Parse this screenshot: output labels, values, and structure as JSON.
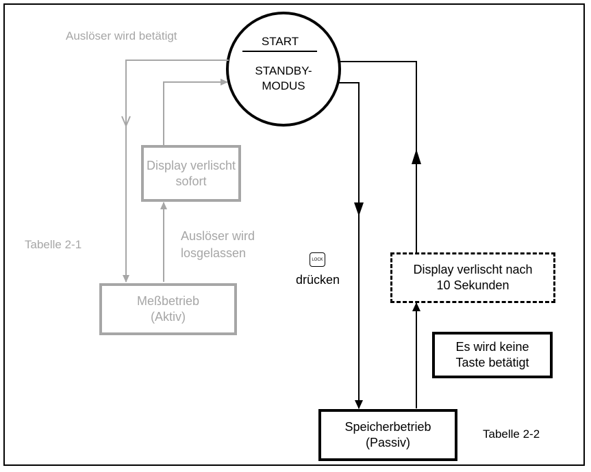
{
  "start": {
    "top": "START",
    "bottom_line1": "STANDBY-",
    "bottom_line2": "MODUS"
  },
  "gray_flow": {
    "trigger_pressed": "Auslöser wird betätigt",
    "display_off_line1": "Display verlischt",
    "display_off_line2": "sofort",
    "trigger_released_line1": "Auslöser wird",
    "trigger_released_line2": "losgelassen",
    "table_ref": "Tabelle 2-1",
    "measure_line1": "Meßbetrieb",
    "measure_line2": "(Aktiv)"
  },
  "black_flow": {
    "lock_key": "LOCK",
    "press": "drücken",
    "display_delay_line1": "Display verlischt nach",
    "display_delay_line2": "10 Sekunden",
    "no_key_line1": "Es wird keine",
    "no_key_line2": "Taste betätigt",
    "memory_line1": "Speicherbetrieb",
    "memory_line2": "(Passiv)",
    "table_ref": "Tabelle 2-2"
  },
  "colors": {
    "gray": "#a6a6a6",
    "black": "#000000"
  }
}
